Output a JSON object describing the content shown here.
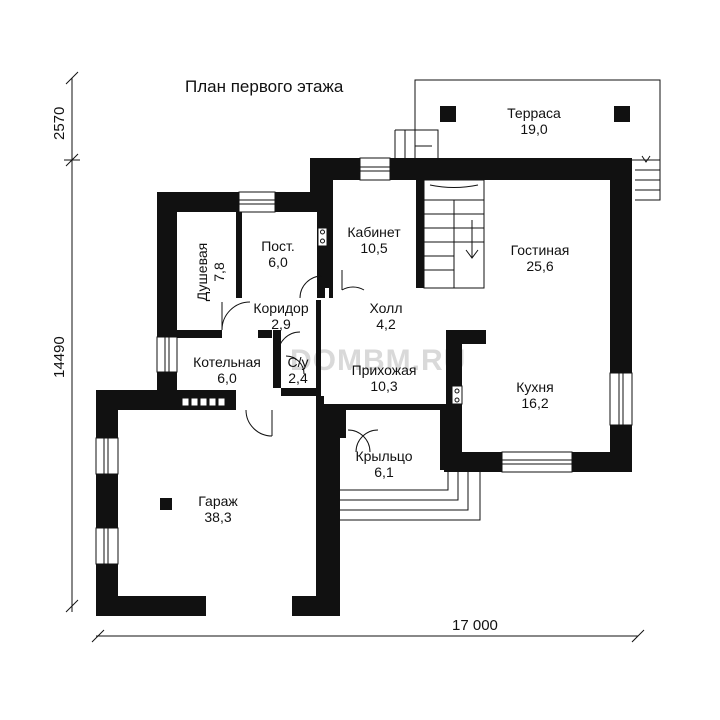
{
  "plan": {
    "title": "План первого этажа",
    "watermark": "DOMBM.RU",
    "dimensions": {
      "width": "17 000",
      "height_main": "14490",
      "height_top": "2570"
    },
    "rooms": {
      "terrace": {
        "name": "Терраса",
        "area": "19,0"
      },
      "living": {
        "name": "Гостиная",
        "area": "25,6"
      },
      "cabinet": {
        "name": "Кабинет",
        "area": "10,5"
      },
      "bedroom": {
        "name": "Пост.",
        "area": "6,0"
      },
      "shower": {
        "name": "Душевая",
        "area": "7,8"
      },
      "corridor": {
        "name": "Коридор",
        "area": "2,9"
      },
      "hall": {
        "name": "Холл",
        "area": "4,2"
      },
      "boiler": {
        "name": "Котельная",
        "area": "6,0"
      },
      "wc": {
        "name": "С/у",
        "area": "2,4"
      },
      "entrance": {
        "name": "Прихожая",
        "area": "10,3"
      },
      "kitchen": {
        "name": "Кухня",
        "area": "16,2"
      },
      "porch": {
        "name": "Крыльцо",
        "area": "6,1"
      },
      "garage": {
        "name": "Гараж",
        "area": "38,3"
      }
    }
  }
}
